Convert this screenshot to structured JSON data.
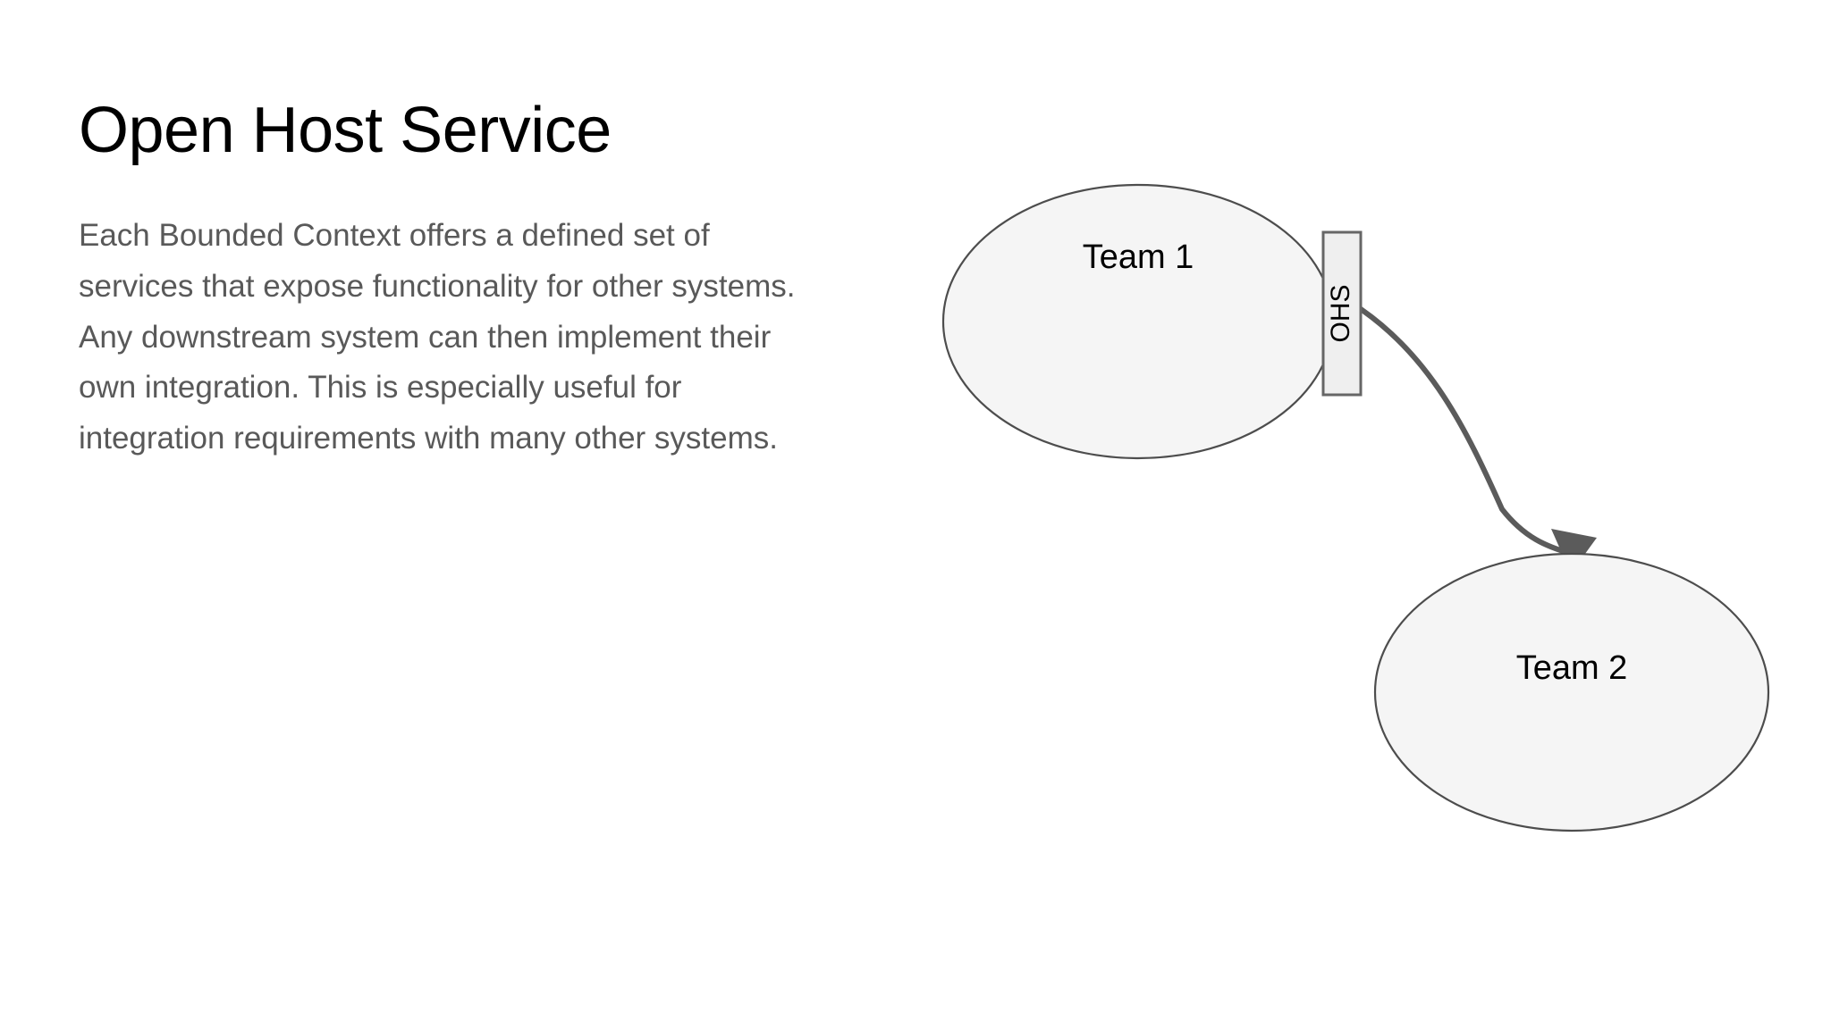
{
  "slide": {
    "title": "Open Host Service",
    "body": "Each Bounded Context offers a defined set of services that expose functionality for other systems. Any downstream system can then implement their own integration. This is especially useful for integration requirements with many other systems."
  },
  "diagram": {
    "type": "relationship-diagram",
    "nodes": [
      {
        "id": "team1",
        "label": "Team 1",
        "shape": "ellipse"
      },
      {
        "id": "team2",
        "label": "Team 2",
        "shape": "ellipse"
      }
    ],
    "annotations": [
      {
        "id": "ohs",
        "label": "OHS",
        "attached_to": "team1",
        "orientation": "vertical"
      }
    ],
    "edges": [
      {
        "from": "team1",
        "to": "team2",
        "style": "curved",
        "arrow": "to"
      }
    ],
    "colors": {
      "node_fill": "#f5f5f5",
      "node_stroke": "#4d4d4d",
      "annotation_fill": "#efefef",
      "annotation_stroke": "#666666",
      "edge": "#5b5b5b",
      "title_text": "#000000",
      "body_text": "#595959",
      "background": "#ffffff"
    }
  }
}
